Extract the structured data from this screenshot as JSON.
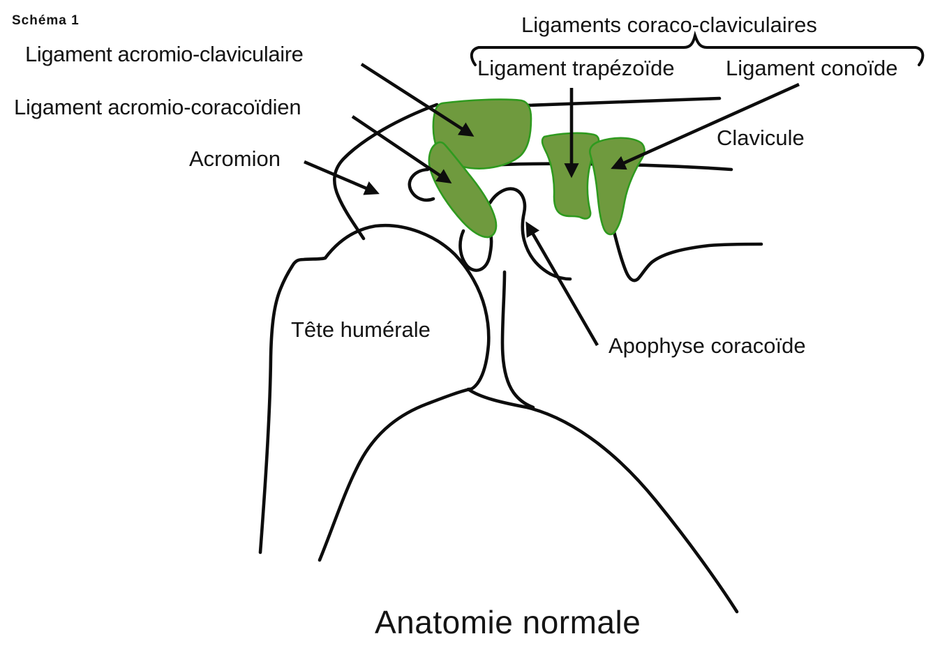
{
  "figure": {
    "schema_label": "Schéma 1",
    "title": "Anatomie normale",
    "group_label": "Ligaments coraco-claviculaires",
    "labels": {
      "acromio_claviculaire": "Ligament acromio-claviculaire",
      "acromio_coracoidien": "Ligament acromio-coracoïdien",
      "acromion": "Acromion",
      "trapezoide": "Ligament trapézoïde",
      "conoide": "Ligament conoïde",
      "clavicule": "Clavicule",
      "tete_humerale": "Tête humérale",
      "apophyse_coracoide": "Apophyse coracoïde"
    },
    "colors": {
      "ligament_fill": "#6F9A3E",
      "ligament_stroke": "#2F9A1F",
      "line_color": "#0D0D0D",
      "text_color": "#141414",
      "background": "#FFFFFF"
    }
  }
}
